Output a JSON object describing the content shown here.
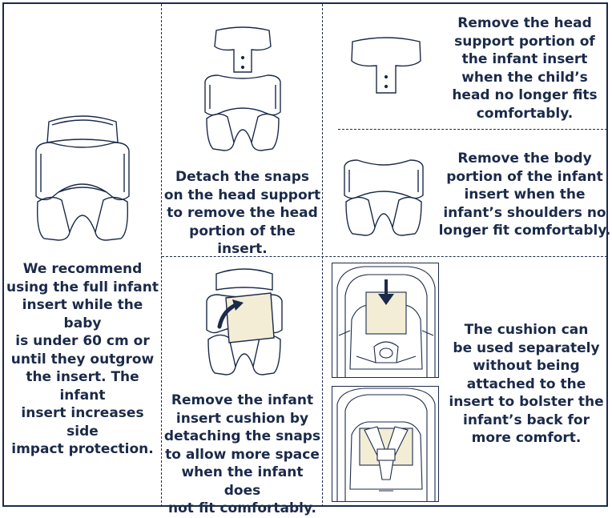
{
  "panels": {
    "full_insert": {
      "text": "We recommend\nusing the full infant\ninsert while the baby\nis under 60 cm or\nuntil they outgrow\nthe insert. The infant\ninsert increases side\nimpact protection."
    },
    "detach_head": {
      "text": "Detach the snaps\non the head support\nto remove the head\nportion of the insert."
    },
    "remove_head": {
      "text": "Remove the head\nsupport portion of\nthe infant insert\nwhen the child’s\nhead no longer fits\ncomfortably."
    },
    "remove_body": {
      "text": "Remove the body\nportion of the infant\ninsert when the\ninfant’s shoulders no\nlonger fit comfortably."
    },
    "remove_cushion": {
      "text": "Remove the infant\ninsert cushion by\ndetaching the snaps\nto allow more space\nwhen the infant does\nnot fit comfortably."
    },
    "cushion_separate": {
      "text": "The cushion can\nbe used separately\nwithout being\nattached to the\ninsert to bolster the\ninfant’s back for\nmore comfort."
    }
  },
  "colors": {
    "line": "#1b2a4a",
    "cushion": "#f3edd6"
  }
}
